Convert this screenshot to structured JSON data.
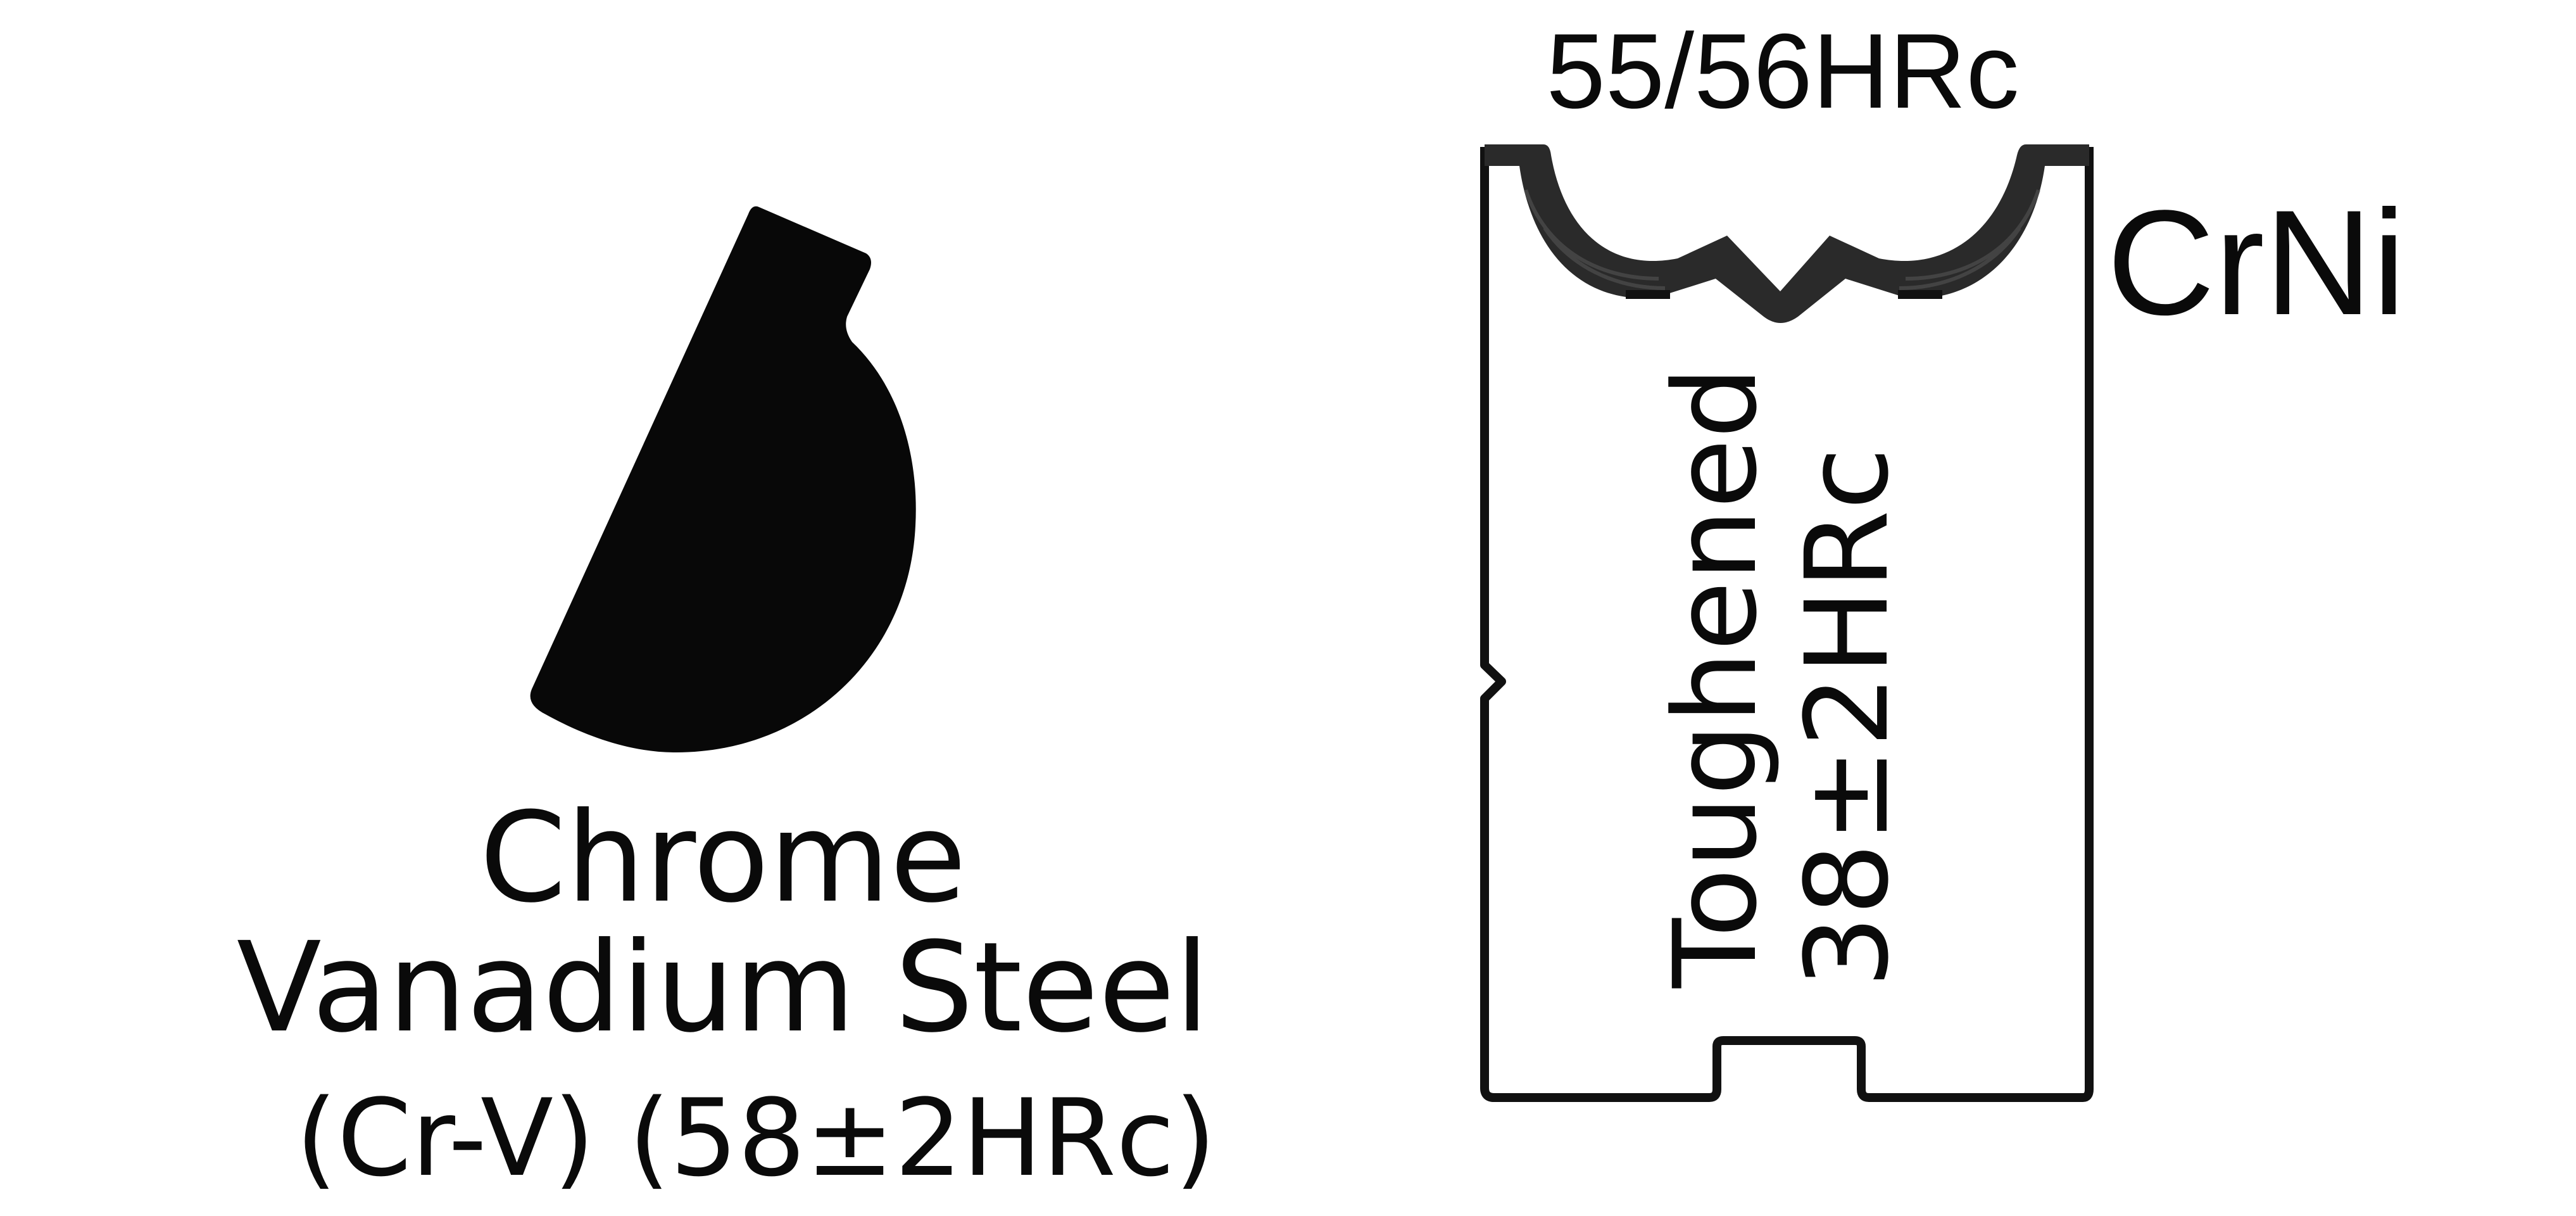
{
  "diagram": {
    "left_panel": {
      "shape": "blade-cross-section",
      "shape_color": "#080808",
      "label_line1": "Chrome",
      "label_line2": "Vanadium Steel",
      "label_line3": "(Cr-V) (58±2HRc)"
    },
    "right_panel": {
      "shape": "jaw-cross-section",
      "outline_color": "#111111",
      "hardened_zone_color": "#2a2a2a",
      "top_label": "55/56HRc",
      "side_label": "CrNi",
      "core_label_line1": "Toughened",
      "core_label_line2": "38±2HRc"
    }
  }
}
